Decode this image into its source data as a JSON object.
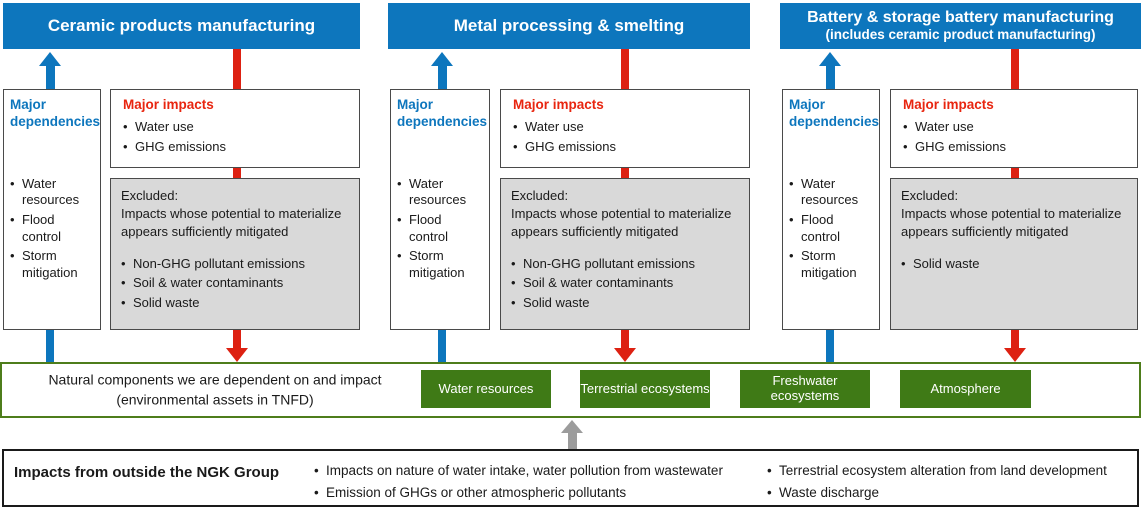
{
  "colors": {
    "header_blue": "#0d76bd",
    "arrow_red": "#dd2112",
    "impacts_red_text": "#e8250f",
    "asset_green": "#3f7a16",
    "natural_bar_border_green": "#4e7d1b",
    "excluded_gray": "#d9d9d9",
    "outside_arrow_gray": "#9c9c9c"
  },
  "sectors": [
    {
      "title": "Ceramic products manufacturing",
      "subtitle": "",
      "dependencies": {
        "title": "Major dependencies",
        "items": [
          "Water resources",
          "Flood control",
          "Storm mitigation"
        ]
      },
      "impacts": {
        "title": "Major impacts",
        "items": [
          "Water use",
          "GHG emissions"
        ]
      },
      "excluded": {
        "label": "Excluded:",
        "note": "Impacts whose potential to materialize appears sufficiently mitigated",
        "items": [
          "Non-GHG pollutant emissions",
          "Soil & water contaminants",
          "Solid waste"
        ]
      }
    },
    {
      "title": "Metal processing & smelting",
      "subtitle": "",
      "dependencies": {
        "title": "Major dependencies",
        "items": [
          "Water resources",
          "Flood control",
          "Storm mitigation"
        ]
      },
      "impacts": {
        "title": "Major impacts",
        "items": [
          "Water use",
          "GHG emissions"
        ]
      },
      "excluded": {
        "label": "Excluded:",
        "note": "Impacts whose potential to materialize appears sufficiently mitigated",
        "items": [
          "Non-GHG pollutant emissions",
          "Soil & water contaminants",
          "Solid waste"
        ]
      }
    },
    {
      "title": "Battery & storage battery manufacturing",
      "subtitle": "(includes ceramic product manufacturing)",
      "dependencies": {
        "title": "Major dependencies",
        "items": [
          "Water resources",
          "Flood control",
          "Storm mitigation"
        ]
      },
      "impacts": {
        "title": "Major impacts",
        "items": [
          "Water use",
          "GHG emissions"
        ]
      },
      "excluded": {
        "label": "Excluded:",
        "note": "Impacts whose potential to materialize appears sufficiently mitigated",
        "items": [
          "Solid waste"
        ]
      }
    }
  ],
  "natural_components": {
    "label_line1": "Natural components we are dependent on and impact",
    "label_line2": "(environmental assets in TNFD)",
    "assets": [
      "Water resources",
      "Terrestrial ecosystems",
      "Freshwater ecosystems",
      "Atmosphere"
    ]
  },
  "external_impacts": {
    "title": "Impacts from outside the NGK Group",
    "column1": [
      "Impacts on nature of water intake, water pollution from wastewater",
      "Emission of GHGs or other atmospheric pollutants"
    ],
    "column2": [
      "Terrestrial ecosystem alteration from land development",
      "Waste discharge"
    ]
  }
}
